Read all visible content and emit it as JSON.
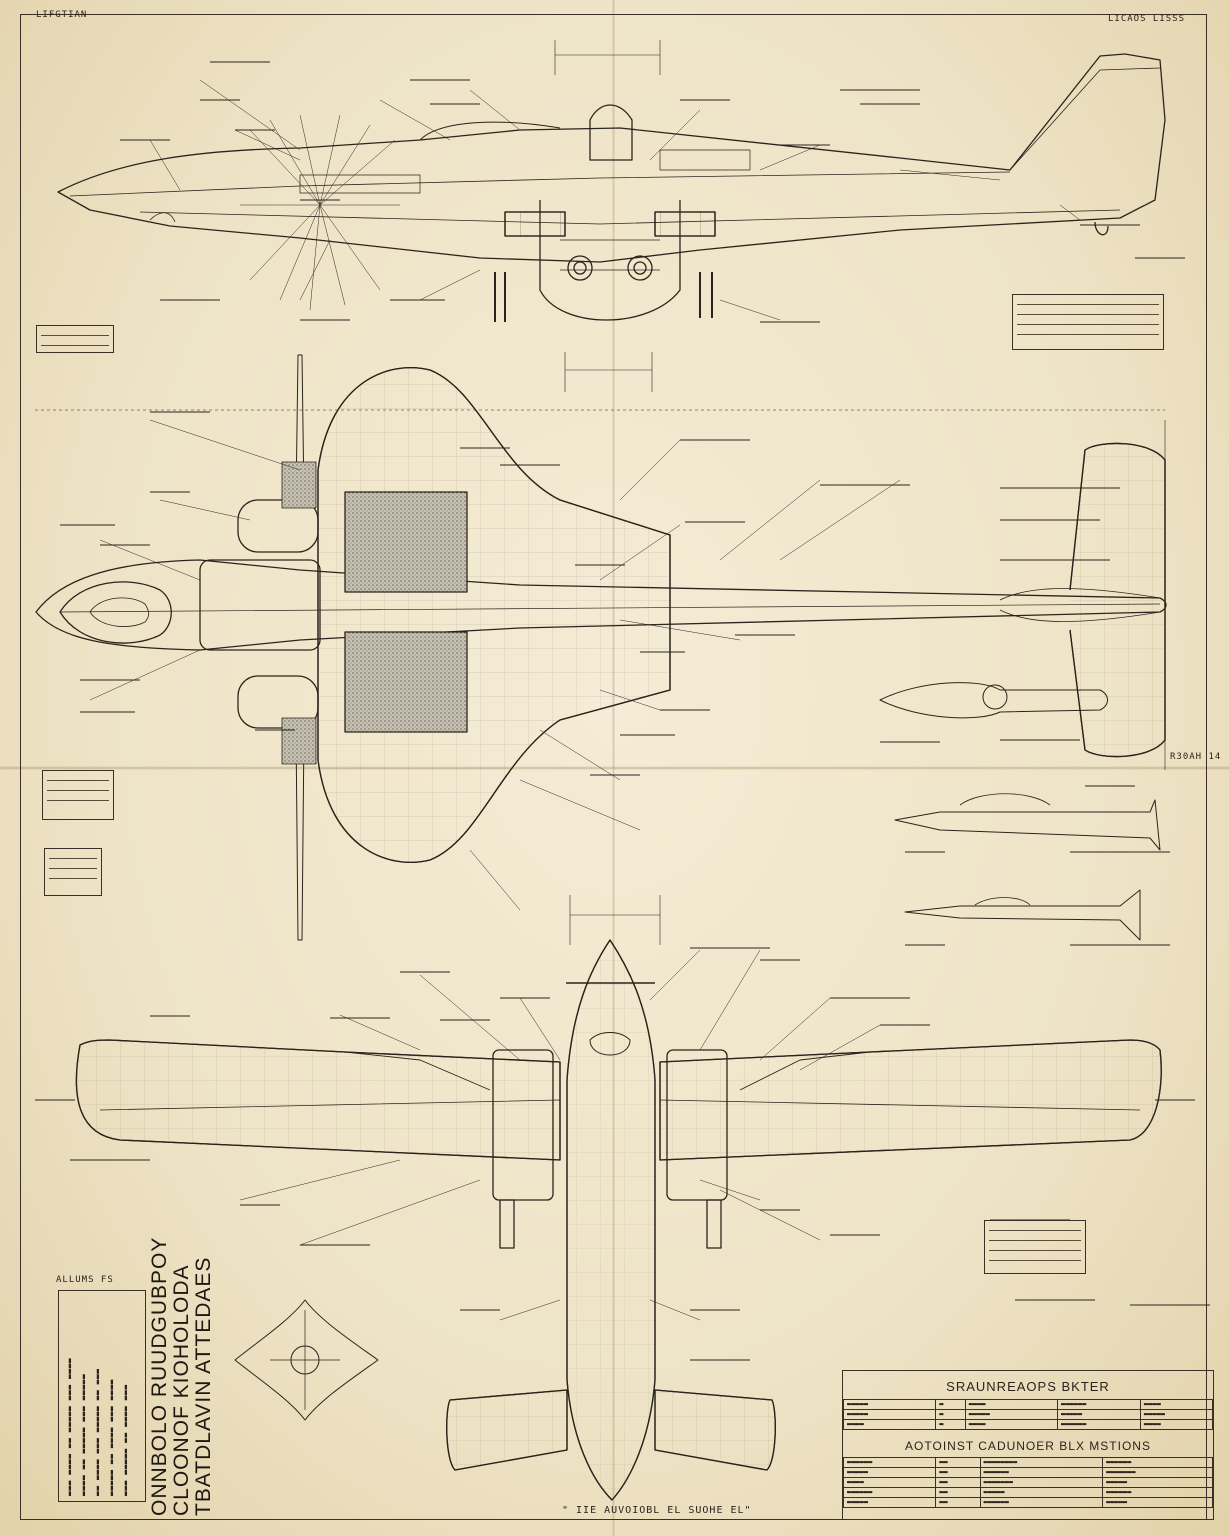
{
  "sheet": {
    "corner_top_left": "LIFGTIAN",
    "corner_top_right": "LICAOS LISSS",
    "right_mid_label": "R30AH 14",
    "bottom_center_caption": "\" IIE AUVOIOBL EL SUOHE EL\"",
    "small_label_left": "ALLUMS FS"
  },
  "title_stack": {
    "line1": "ONNBOLO  RUUDGUBPOY",
    "line2": "CLOONOF  KIOHOLODA",
    "line3": "TBATDLAVIN  ATTEDAES"
  },
  "title_block": {
    "title": "SRAUNREAOPS BKTER",
    "subtitle": "AOTOINST CADUNOER  BLX MSTIONS"
  },
  "colors": {
    "paper": "#efe6cc",
    "ink": "#2b241c",
    "hatch_fill": "#b9b3a6"
  }
}
